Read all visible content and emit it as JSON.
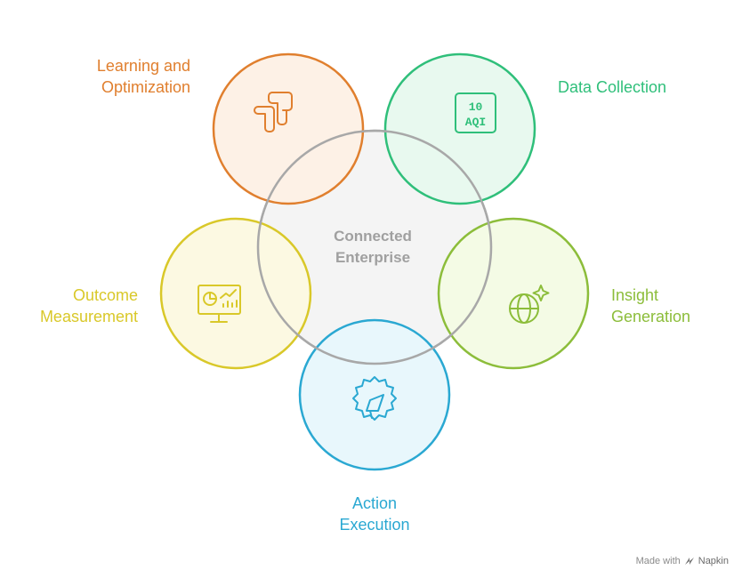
{
  "center": {
    "line1": "Connected",
    "line2": "Enterprise",
    "fill": "#f4f4f4",
    "stroke": "#a8a8a8",
    "text_color": "#a0a0a0"
  },
  "nodes": {
    "learning": {
      "line1": "Learning and",
      "line2": "Optimization",
      "color": "#e07f2e",
      "fill": "#fdf0e4",
      "icon": "route-icon"
    },
    "data": {
      "line1": "Data Collection",
      "line2": "",
      "color": "#2fbf7a",
      "fill": "#e6f9ee",
      "icon": "aqi-icon",
      "icon_text1": "10",
      "icon_text2": "AQI"
    },
    "insight": {
      "line1": "Insight",
      "line2": "Generation",
      "color": "#8cbd3a",
      "fill": "#f3fbe3",
      "icon": "globe-sparkle-icon"
    },
    "action": {
      "line1": "Action",
      "line2": "Execution",
      "color": "#2aa8d2",
      "fill": "#e6f6fc",
      "icon": "gear-megaphone-icon"
    },
    "outcome": {
      "line1": "Outcome",
      "line2": "Measurement",
      "color": "#d9c829",
      "fill": "#fcf9df",
      "icon": "monitor-chart-icon"
    }
  },
  "footer": {
    "made_with": "Made with",
    "brand": "Napkin"
  }
}
